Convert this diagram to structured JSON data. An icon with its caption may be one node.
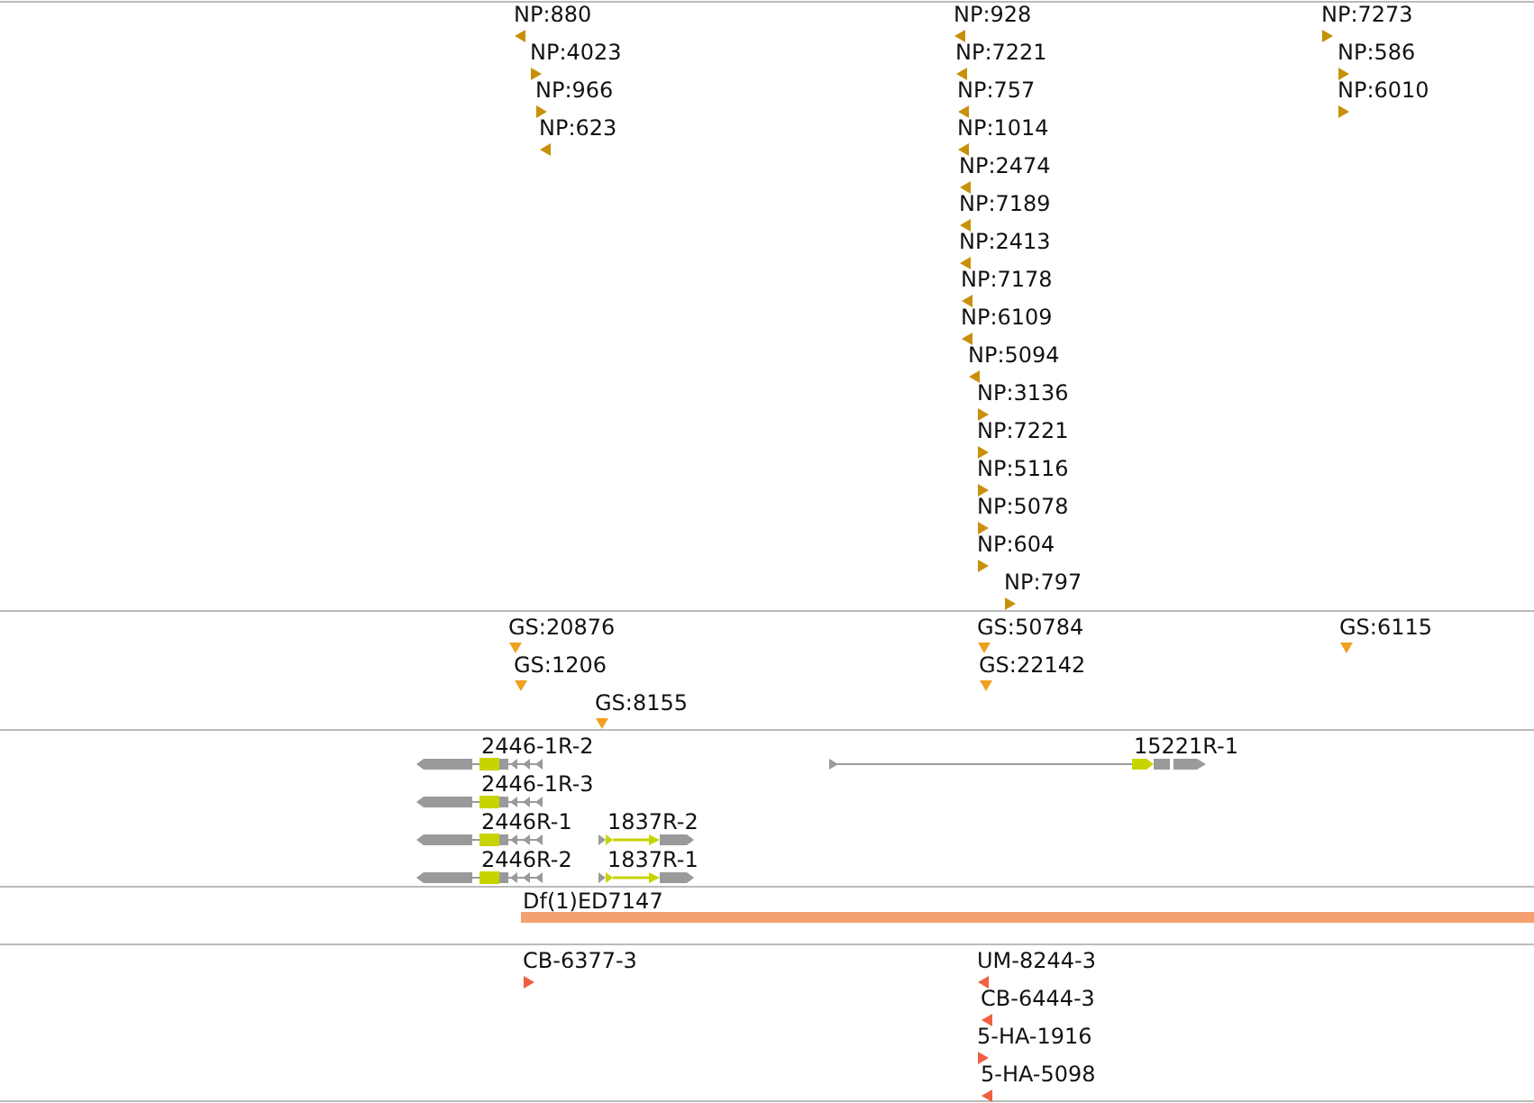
{
  "diagram": {
    "labels": [
      "NP:880",
      "NP:928",
      "NP:7273",
      "NP:4023",
      "NP:7221",
      "NP:586",
      "NP:966",
      "NP:757",
      "NP:6010",
      "NP:623",
      "NP:1014",
      "NP:2474",
      "NP:7189",
      "NP:2413",
      "NP:7178",
      "NP:6109",
      "NP:5094",
      "NP:3136",
      "NP:7221",
      "NP:5116",
      "NP:5078",
      "NP:604",
      "NP:797",
      "GS:20876",
      "GS:50784",
      "GS:6115",
      "GS:1206",
      "GS:22142",
      "GS:8155",
      "2446-1R-2",
      "15221R-1",
      "2446-1R-3",
      "2446R-1",
      "1837R-2",
      "2446R-2",
      "1837R-1",
      "Df(1)ED7147",
      "CB-6377-3",
      "UM-8244-3",
      "CB-6444-3",
      "5-HA-1916",
      "5-HA-5098"
    ]
  }
}
